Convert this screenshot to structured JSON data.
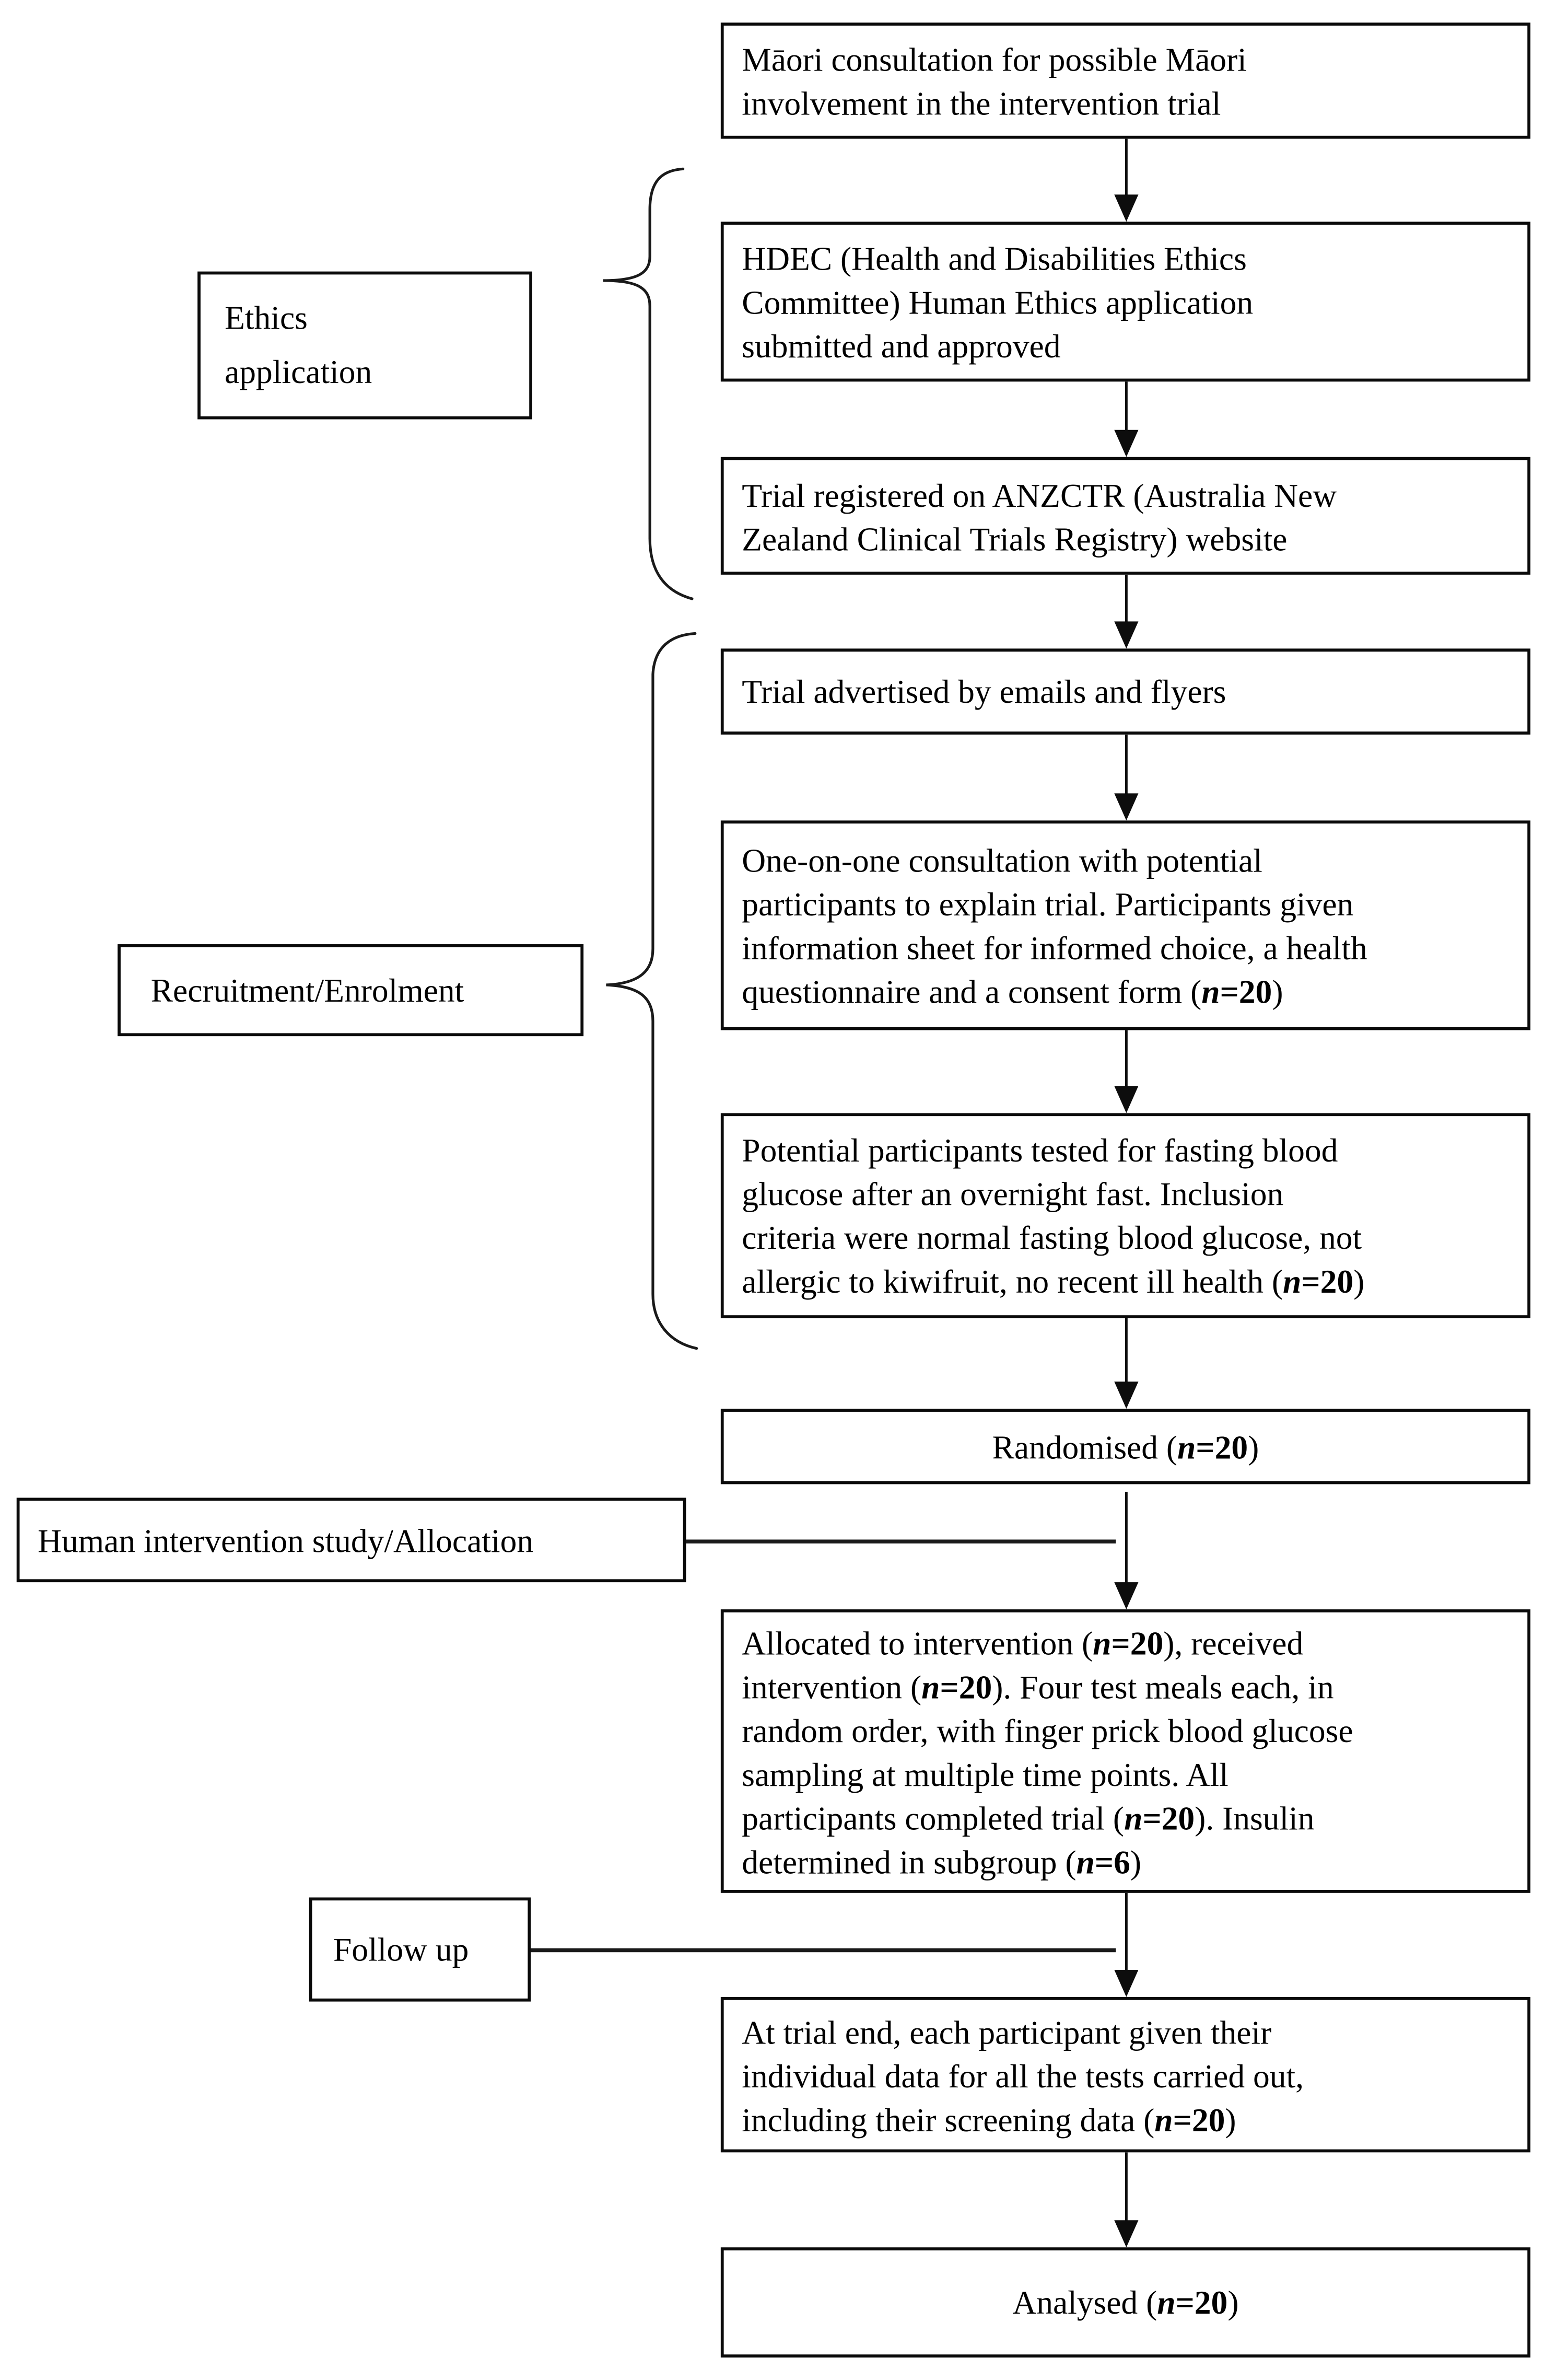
{
  "colors": {
    "ink": "#000000",
    "background": "#ffffff"
  },
  "side_labels": {
    "ethics": {
      "lines": [
        [
          {
            "t": "Ethics"
          }
        ],
        [
          {
            "t": "application"
          }
        ]
      ]
    },
    "recruitment": {
      "label": "Recruitment/Enrolment"
    },
    "intervention": {
      "label": "Human intervention study/Allocation"
    },
    "follow_up": {
      "label": "Follow up"
    }
  },
  "flow_boxes": {
    "maori": {
      "lines": [
        [
          {
            "t": "Māori consultation for possible Māori"
          }
        ],
        [
          {
            "t": "involvement in the intervention trial"
          }
        ]
      ]
    },
    "hdec": {
      "lines": [
        [
          {
            "t": "HDEC (Health and Disabilities Ethics"
          }
        ],
        [
          {
            "t": "Committee) Human Ethics application"
          }
        ],
        [
          {
            "t": "submitted and approved"
          }
        ]
      ]
    },
    "anzctr": {
      "lines": [
        [
          {
            "t": "Trial registered on ANZCTR (Australia New"
          }
        ],
        [
          {
            "t": "Zealand Clinical Trials Registry) website"
          }
        ]
      ]
    },
    "advertised": {
      "lines": [
        [
          {
            "t": "Trial advertised by emails and flyers"
          }
        ]
      ]
    },
    "consultation": {
      "lines": [
        [
          {
            "t": "One-on-one consultation with potential"
          }
        ],
        [
          {
            "t": "participants to explain trial. Participants given"
          }
        ],
        [
          {
            "t": "information sheet for informed choice, a health"
          }
        ],
        [
          {
            "t": "questionnaire and a consent form ("
          },
          {
            "t": "n",
            "s": "ni"
          },
          {
            "t": "=20",
            "s": "b"
          },
          {
            "t": ")"
          }
        ]
      ]
    },
    "screening": {
      "lines": [
        [
          {
            "t": "Potential participants tested for fasting blood"
          }
        ],
        [
          {
            "t": "glucose after an overnight fast. Inclusion"
          }
        ],
        [
          {
            "t": "criteria were normal fasting blood glucose, not"
          }
        ],
        [
          {
            "t": "allergic to kiwifruit, no recent ill health ("
          },
          {
            "t": "n",
            "s": "ni"
          },
          {
            "t": "=20",
            "s": "b"
          },
          {
            "t": ")"
          }
        ]
      ]
    },
    "randomised": {
      "lines": [
        [
          {
            "t": "Randomised ("
          },
          {
            "t": "n",
            "s": "ni"
          },
          {
            "t": "=20",
            "s": "b"
          },
          {
            "t": ")"
          }
        ]
      ]
    },
    "allocated": {
      "lines": [
        [
          {
            "t": "Allocated to intervention ("
          },
          {
            "t": "n",
            "s": "ni"
          },
          {
            "t": "=20",
            "s": "b"
          },
          {
            "t": "), received"
          }
        ],
        [
          {
            "t": "intervention ("
          },
          {
            "t": "n",
            "s": "ni"
          },
          {
            "t": "=20",
            "s": "b"
          },
          {
            "t": "). Four test meals each, in"
          }
        ],
        [
          {
            "t": "random order, with finger prick blood glucose"
          }
        ],
        [
          {
            "t": "sampling at multiple time points. All"
          }
        ],
        [
          {
            "t": "participants completed trial ("
          },
          {
            "t": "n",
            "s": "ni"
          },
          {
            "t": "=20",
            "s": "b"
          },
          {
            "t": "). Insulin"
          }
        ],
        [
          {
            "t": "determined in subgroup ("
          },
          {
            "t": "n",
            "s": "ni"
          },
          {
            "t": "=6",
            "s": "b"
          },
          {
            "t": ")"
          }
        ]
      ]
    },
    "trial_end": {
      "lines": [
        [
          {
            "t": "At trial end, each participant given their"
          }
        ],
        [
          {
            "t": "individual data for all the tests carried out,"
          }
        ],
        [
          {
            "t": "including their screening data ("
          },
          {
            "t": "n",
            "s": "ni"
          },
          {
            "t": "=20",
            "s": "b"
          },
          {
            "t": ")"
          }
        ]
      ]
    },
    "analysed": {
      "lines": [
        [
          {
            "t": "Analysed ("
          },
          {
            "t": "n",
            "s": "ni"
          },
          {
            "t": "=20",
            "s": "b"
          },
          {
            "t": ")"
          }
        ]
      ]
    }
  }
}
